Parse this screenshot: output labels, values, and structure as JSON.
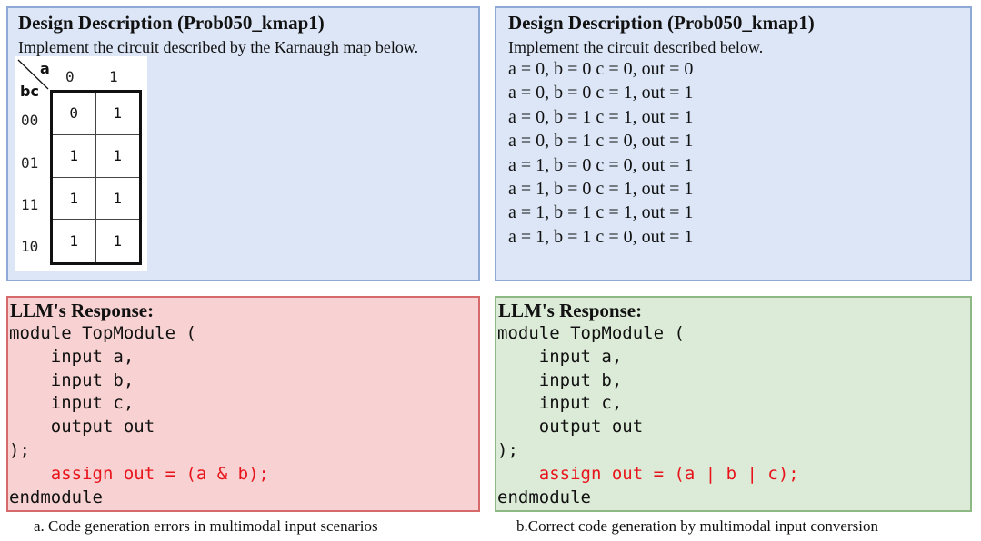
{
  "left_desc": {
    "title": "Design Description  (Prob050_kmap1)",
    "subtitle": "Implement the circuit described by the Karnaugh map below.",
    "kmap": {
      "var_a": "a",
      "var_bc": "bc",
      "col_headers": [
        "0",
        "1"
      ],
      "row_headers": [
        "00",
        "01",
        "11",
        "10"
      ],
      "cells": [
        [
          "0",
          "1"
        ],
        [
          "1",
          "1"
        ],
        [
          "1",
          "1"
        ],
        [
          "1",
          "1"
        ]
      ]
    }
  },
  "right_desc": {
    "title": "Design Description  (Prob050_kmap1)",
    "subtitle": "Implement the circuit described below.",
    "truth_lines": [
      "a = 0, b = 0 c = 0, out = 0",
      "a = 0, b = 0 c = 1, out = 1",
      "a = 0, b = 1 c = 1, out = 1",
      "a = 0, b = 1 c = 0, out = 1",
      "a = 1, b = 0 c = 0, out = 1",
      "a = 1, b = 0 c = 1, out = 1",
      "a = 1, b = 1 c = 1, out = 1",
      "a = 1, b = 1 c = 0, out = 1"
    ]
  },
  "left_response": {
    "title": "LLM's Response:",
    "code": [
      "module TopModule (",
      "    input a,",
      "    input b,",
      "    input c,",
      "    output out",
      ");",
      "    assign out = (a & b);",
      "endmodule"
    ],
    "highlight_line": 6,
    "highlight_color": "#e8141b"
  },
  "right_response": {
    "title": "LLM's Response:",
    "code": [
      "module TopModule (",
      "    input a,",
      "    input b,",
      "    input c,",
      "    output out",
      ");",
      "    assign out = (a | b | c);",
      "endmodule"
    ],
    "highlight_line": 6,
    "highlight_color": "#e8141b"
  },
  "captions": {
    "left": "a. Code generation errors in multimodal input scenarios",
    "right": "b.Correct code generation by multimodal input conversion"
  }
}
